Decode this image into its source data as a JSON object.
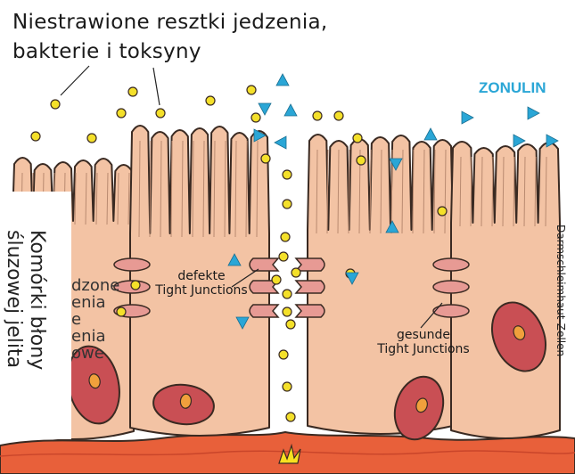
{
  "title": {
    "line1": "Niestrawione resztki jedzenia,",
    "line2": "bakterie i toksyny"
  },
  "zonulin_label": "ZONULIN",
  "labels": {
    "defective": [
      "defekte",
      "Tight Junctions"
    ],
    "healthy": [
      "gesunde",
      "Tight Junctions"
    ]
  },
  "side_label_right": "Darmschleimhaut-Zellen",
  "side_label_left": [
    "Komórki błony",
    "śluzowej jelita"
  ],
  "overlap_fragments": [
    "dzone",
    "enia",
    "e",
    "enia",
    "owe"
  ],
  "colors": {
    "cell_fill": "#f3c3a4",
    "cell_stroke": "#3a2a22",
    "nucleus": "#c94f54",
    "junction": "#e79a94",
    "particle": "#f4e02a",
    "zonulin": "#2aa6d6",
    "muscle": "#e8603a"
  }
}
